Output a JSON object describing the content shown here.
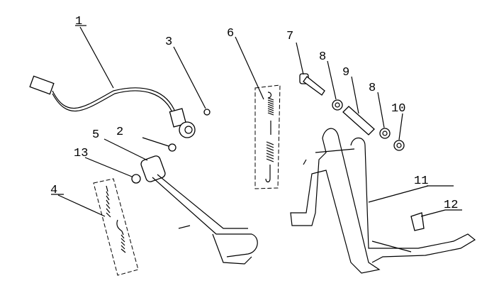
{
  "diagram": {
    "callouts": [
      {
        "id": "c1",
        "label": "1"
      },
      {
        "id": "c2",
        "label": "2"
      },
      {
        "id": "c3",
        "label": "3"
      },
      {
        "id": "c4",
        "label": "4"
      },
      {
        "id": "c5",
        "label": "5"
      },
      {
        "id": "c6",
        "label": "6"
      },
      {
        "id": "c7",
        "label": "7"
      },
      {
        "id": "c8a",
        "label": "8"
      },
      {
        "id": "c9",
        "label": "9"
      },
      {
        "id": "c8b",
        "label": "8"
      },
      {
        "id": "c10",
        "label": "10"
      },
      {
        "id": "c11",
        "label": "11"
      },
      {
        "id": "c12",
        "label": "12"
      },
      {
        "id": "c13",
        "label": "13"
      }
    ]
  }
}
